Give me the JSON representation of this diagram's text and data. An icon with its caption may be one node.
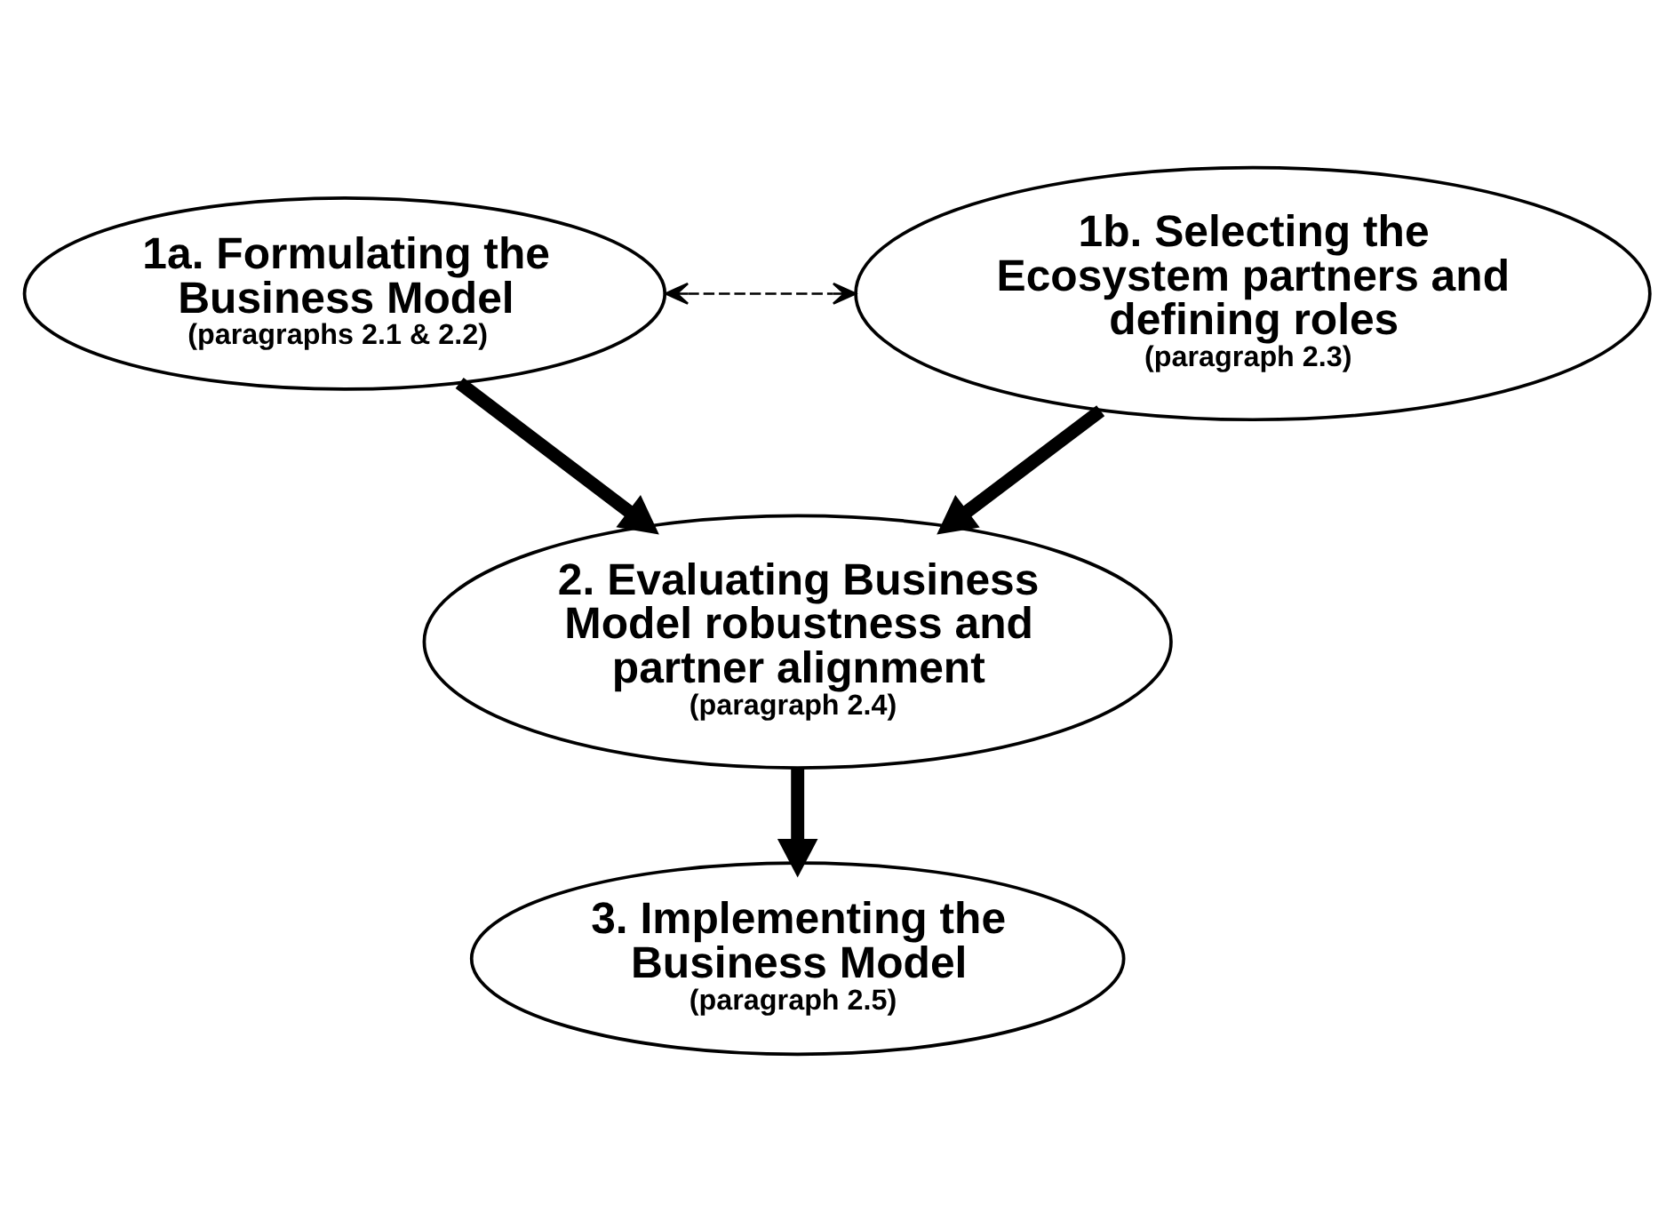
{
  "diagram": {
    "nodes": [
      {
        "text": [
          "1a. Formulating the Business Model",
          "(paragraphs 2.1 & 2.2)"
        ]
      },
      {
        "text": [
          "1b. Selecting the Ecosystem partners and defining roles",
          "(paragraph 2.3)"
        ]
      },
      {
        "text": [
          "2. Evaluating Business Model robustness and partner alignment",
          "(paragraph 2.4)"
        ]
      },
      {
        "text": [
          "3. Implementing the Business Model",
          "(paragraph 2.5)"
        ]
      }
    ],
    "edges": [
      {
        "from": 0,
        "to": 1,
        "arrow": "both",
        "style": "dashed"
      },
      {
        "from": 0,
        "to": 2,
        "arrow": "to"
      },
      {
        "from": 1,
        "to": 2,
        "arrow": "to"
      },
      {
        "from": 2,
        "to": 3,
        "arrow": "to"
      }
    ]
  }
}
